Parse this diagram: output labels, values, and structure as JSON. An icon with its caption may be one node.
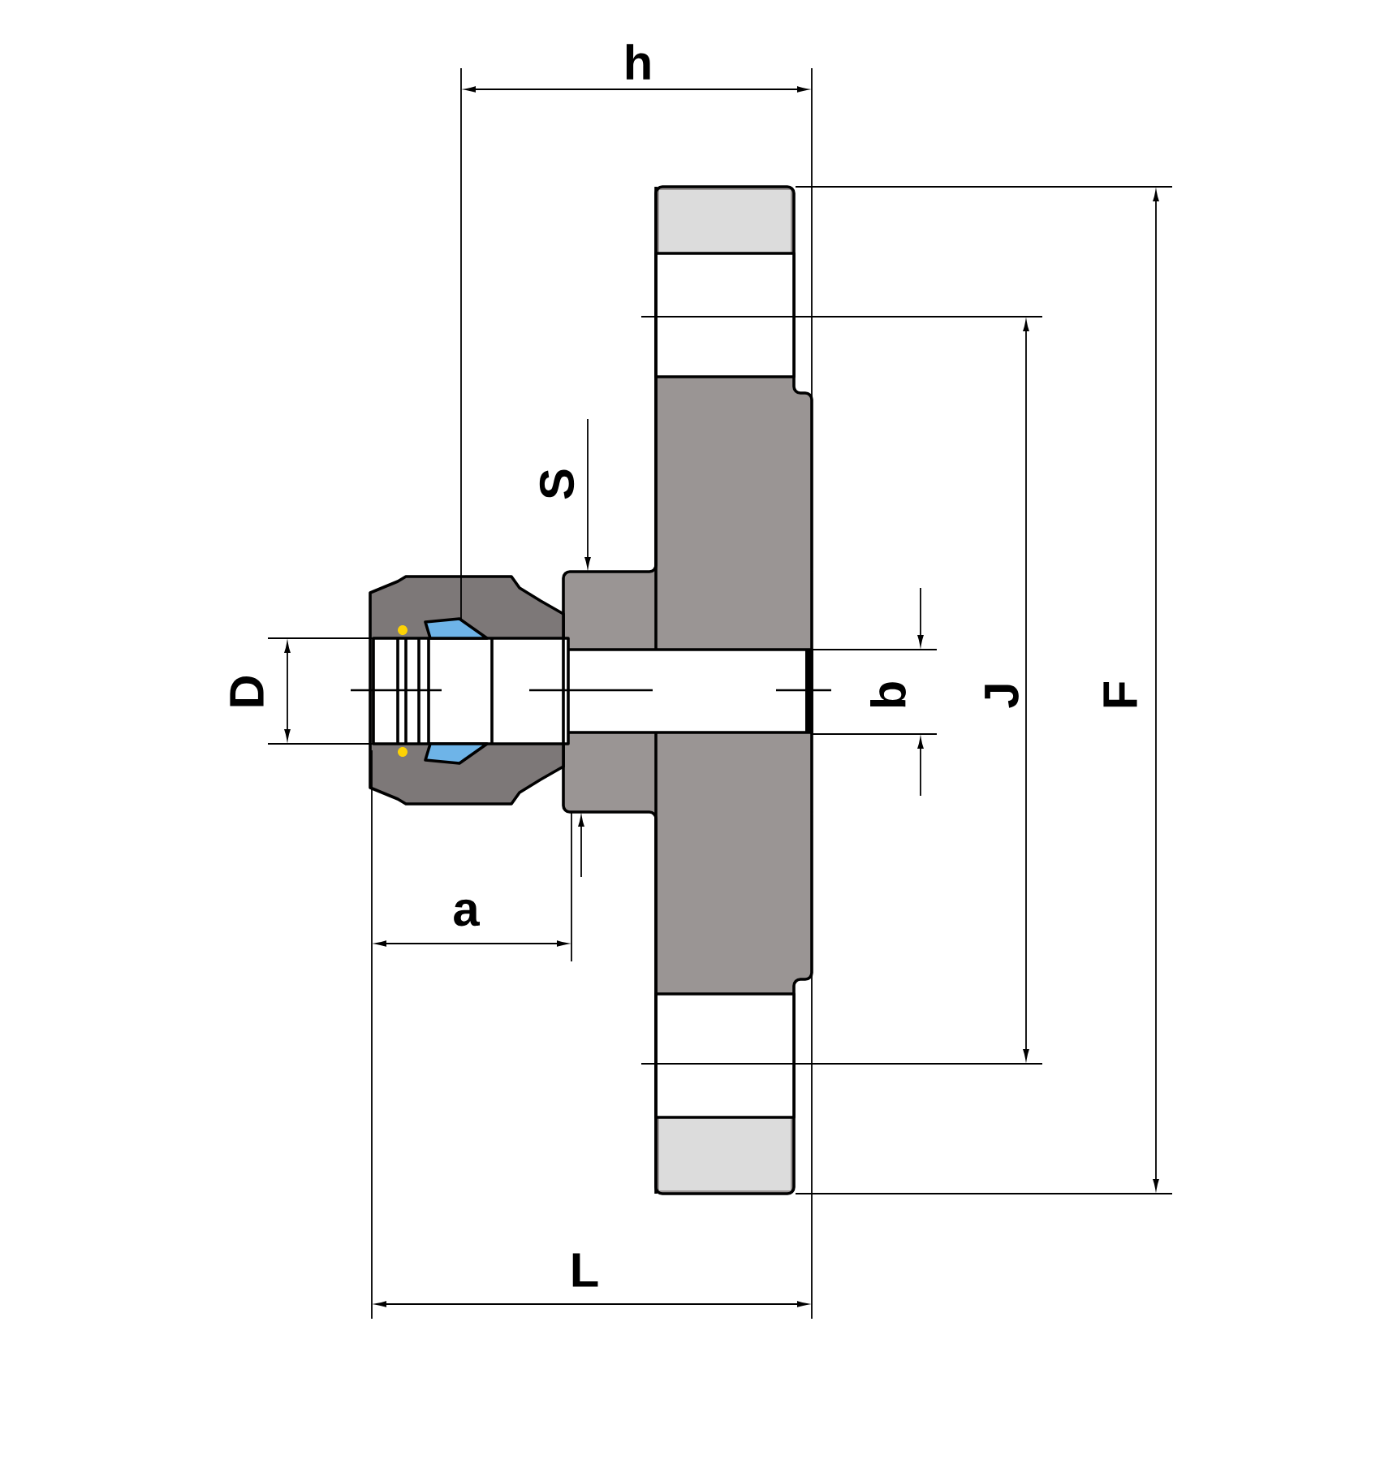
{
  "diagram": {
    "labels": [
      "h",
      "S",
      "D",
      "b",
      "J",
      "F",
      "a",
      "L"
    ]
  }
}
